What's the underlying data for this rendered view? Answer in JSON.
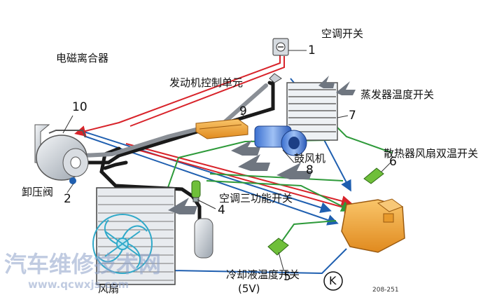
{
  "labels": {
    "ac_switch": "空调开关",
    "magnetic_clutch": "电磁离合器",
    "engine_control_unit": "发动机控制单元",
    "evaporator_temp_switch": "蒸发器温度开关",
    "fan_dual_temp_switch": "散热器风扇双温开关",
    "blower": "鼓风机",
    "relief_valve": "卸压阀",
    "ac_three_function_switch": "空调三功能开关",
    "coolant_temp_switch": "冷却液温度开关",
    "voltage": "(5V)",
    "k_symbol": "K",
    "fan": "风扇",
    "figure_id": "208-251"
  },
  "numbers": {
    "n1": "1",
    "n2": "2",
    "n4": "4",
    "n5": "5",
    "n6": "6",
    "n7": "7",
    "n8": "8",
    "n9": "9",
    "n10": "10"
  },
  "watermark": {
    "text": "汽车维修技术网",
    "url": "www.qcwxjs.com"
  },
  "colors": {
    "refrigerant_high": "#d8232a",
    "refrigerant_low": "#1f5fb0",
    "signal_wire": "#2e9a3a",
    "pipe": "#1a1a1a",
    "module_orange": "#f2a33a"
  },
  "icons": [
    "compressor-icon",
    "condenser-icon",
    "evaporator-icon",
    "blower-icon",
    "fan-icon",
    "receiver-drier-icon"
  ]
}
